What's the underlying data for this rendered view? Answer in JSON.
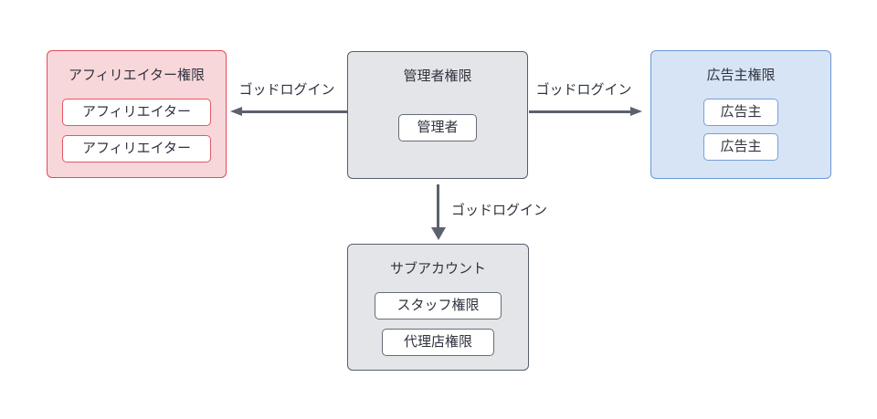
{
  "diagram": {
    "groups": {
      "affiliate": {
        "title": "アフィリエイター権限",
        "items": [
          "アフィリエイター",
          "アフィリエイター"
        ]
      },
      "admin": {
        "title": "管理者権限",
        "items": [
          "管理者"
        ]
      },
      "advertiser": {
        "title": "広告主権限",
        "items": [
          "広告主",
          "広告主"
        ]
      },
      "subaccount": {
        "title": "サブアカウント",
        "items": [
          "スタッフ権限",
          "代理店権限"
        ]
      }
    },
    "arrows": {
      "to_affiliate": {
        "label": "ゴッドログイン"
      },
      "to_advertiser": {
        "label": "ゴッドログイン"
      },
      "to_subaccount": {
        "label": "ゴッドログイン"
      }
    }
  },
  "colors": {
    "background": "#ffffff",
    "text": "#2f333e",
    "arrow": "#5c616f",
    "affiliate_fill": "#f8d7da",
    "affiliate_border": "#df4d5b",
    "affiliate_item_border": "#e25965",
    "admin_fill": "#e4e5e8",
    "admin_border": "#585d6b",
    "admin_item_border": "#676c78",
    "advertiser_fill": "#d7e4f5",
    "advertiser_border": "#6b96d3",
    "advertiser_item_border": "#76a0d8"
  }
}
